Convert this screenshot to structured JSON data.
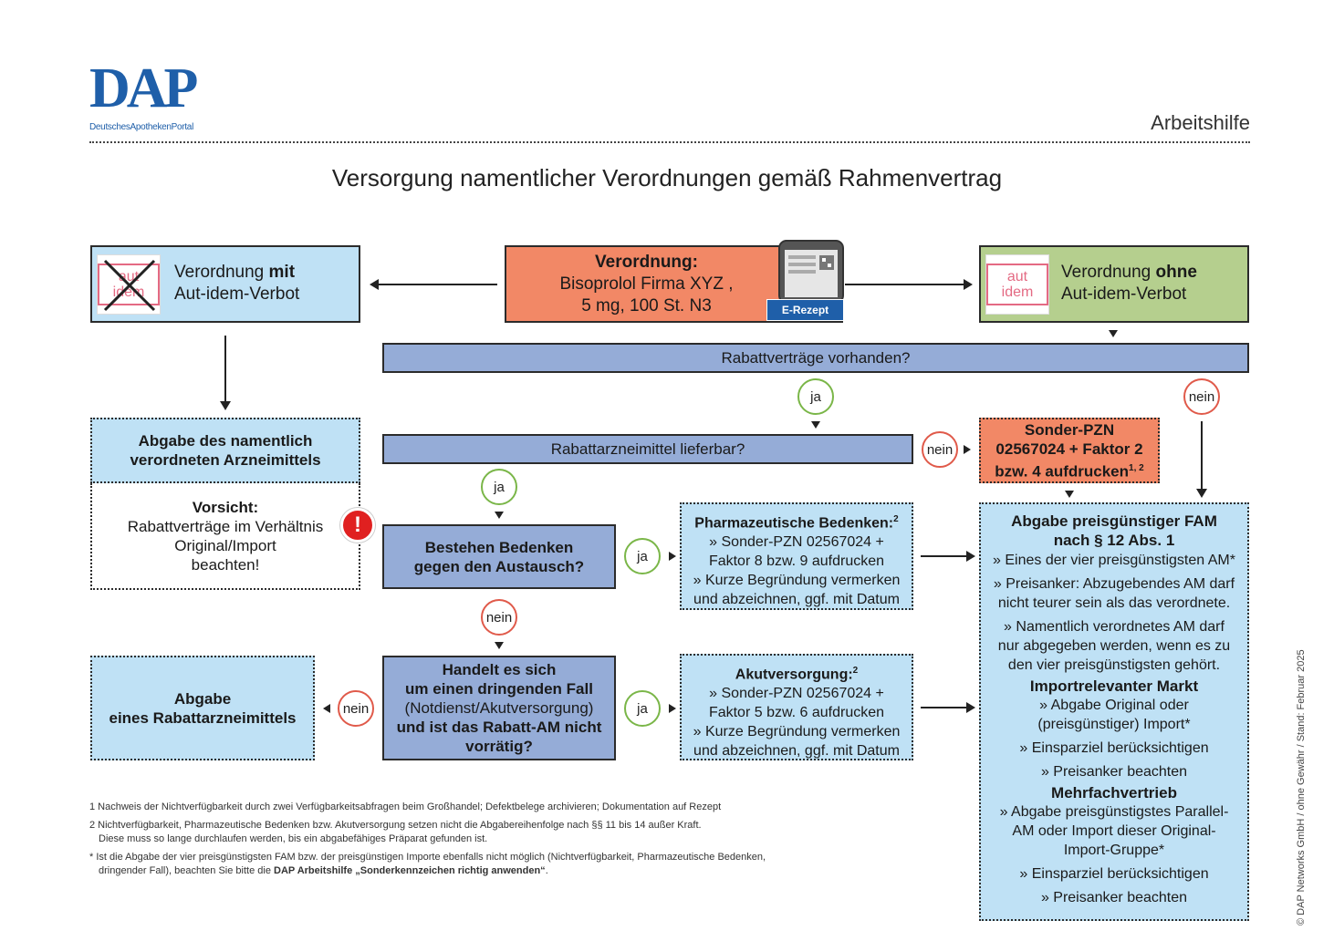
{
  "header": {
    "logo_text": "DAP",
    "logo_subtitle": "DeutschesApothekenPortal",
    "label": "Arbeitshilfe"
  },
  "title": "Versorgung namentlicher Verordnungen gemäß Rahmenvertrag",
  "prescription": {
    "heading": "Verordnung:",
    "line1": "Bisoprolol Firma XYZ ,",
    "line2": "5 mg, 100 St. N3",
    "badge": "E-Rezept"
  },
  "left_top": {
    "stamp": "aut idem",
    "text_pre": "Verordnung ",
    "text_bold": "mit",
    "text_post": "Aut-idem-Verbot"
  },
  "right_top": {
    "stamp": "aut idem",
    "text_pre": "Verordnung ",
    "text_bold": "ohne",
    "text_post": "Aut-idem-Verbot"
  },
  "q_rabatt_vorhanden": "Rabattverträge vorhanden?",
  "q_lieferbar": "Rabattarzneimittel lieferbar?",
  "q_bedenken": {
    "line1": "Bestehen Bedenken",
    "line2": "gegen den Austausch?"
  },
  "q_dringend": {
    "line1": "Handelt es sich",
    "line2": "um einen dringenden Fall",
    "line3": "(Notdienst/Akutversorgung)",
    "line4": "und ist das Rabatt-AM nicht",
    "line5": "vorrätig?"
  },
  "abgabe_namentlich": {
    "line1": "Abgabe des namentlich",
    "line2": "verordneten Arzneimittels"
  },
  "vorsicht": {
    "heading": "Vorsicht:",
    "line1": "Rabattverträge im Verhältnis",
    "line2": "Original/Import",
    "line3": "beachten!",
    "icon": "!"
  },
  "abgabe_rabatt": {
    "line1": "Abgabe",
    "line2": "eines Rabattarzneimittels"
  },
  "sonder_pzn": {
    "line1": "Sonder-PZN",
    "line2": "02567024 + Faktor 2",
    "line3": "bzw. 4 aufdrucken",
    "sup": "1, 2"
  },
  "pharma_bedenken": {
    "heading": "Pharmazeutische Bedenken:",
    "sup": "2",
    "line1": "» Sonder-PZN 02567024 +",
    "line2": "Faktor 8 bzw. 9 aufdrucken",
    "line3": "» Kurze Begründung vermerken",
    "line4": "und abzeichnen, ggf. mit Datum"
  },
  "akut": {
    "heading": "Akutversorgung:",
    "sup": "2",
    "line1": "» Sonder-PZN 02567024 +",
    "line2": "Faktor 5 bzw. 6 aufdrucken",
    "line3": "» Kurze Begründung vermerken",
    "line4": "und abzeichnen, ggf. mit Datum"
  },
  "fam": {
    "heading1": "Abgabe preisgünstiger FAM",
    "heading2": "nach § 12 Abs. 1",
    "b1": "» Eines der vier preisgünstigsten AM*",
    "b2a": "» Preisanker: Abzugebendes AM darf",
    "b2b": "nicht teurer sein als das verordnete.",
    "b3a": "» Namentlich verordnetes AM darf",
    "b3b": "nur abgegeben werden, wenn es zu",
    "b3c": "den vier preisgünstigsten gehört.",
    "import_heading": "Importrelevanter Markt",
    "i1a": "» Abgabe Original oder",
    "i1b": "(preisgünstiger) Import*",
    "i2": "» Einsparziel berücksichtigen",
    "i3": "» Preisanker beachten",
    "mehr_heading": "Mehrfachvertrieb",
    "m1a": "» Abgabe preisgünstigstes Parallel-",
    "m1b": "AM oder Import dieser Original-",
    "m1c": "Import-Gruppe*",
    "m2": "» Einsparziel berücksichtigen",
    "m3": "» Preisanker beachten"
  },
  "labels": {
    "ja": "ja",
    "nein": "nein"
  },
  "footnotes": {
    "f1": "1  Nachweis der Nichtverfügbarkeit durch zwei Verfügbarkeitsabfragen beim Großhandel; Defektbelege archivieren; Dokumentation auf Rezept",
    "f2a": "2  Nichtverfügbarkeit, Pharmazeutische Bedenken bzw. Akutversorgung setzen nicht die Abgabereihenfolge nach §§ 11 bis 14 außer Kraft.",
    "f2b": "Diese muss so lange durchlaufen werden, bis ein abgabefähiges Präparat gefunden ist.",
    "f3a": "*  Ist die Abgabe der vier preisgünstigsten FAM bzw. der preisgünstigen Importe ebenfalls nicht möglich (Nichtverfügbarkeit, Pharmazeutische Bedenken,",
    "f3b": "dringender Fall), beachten Sie bitte die ",
    "f3c": "DAP Arbeitshilfe „Sonderkennzeichen richtig anwenden“",
    "f3d": "."
  },
  "copyright": "© DAP Networks GmbH / ohne Gewähr / Stand: Februar 2025",
  "colors": {
    "brand": "#1f5fa9",
    "light_blue": "#bfe1f5",
    "mid_blue": "#95acd7",
    "salmon": "#f28866",
    "green": "#b5cf8e",
    "badge": "#1f5fa9"
  }
}
